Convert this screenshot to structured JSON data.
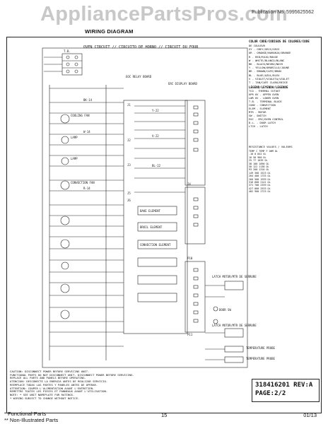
{
  "watermark": "AppliancePartsPros.com",
  "header": {
    "publication": "Publication No. 5995625562",
    "title": "WIRING DIAGRAM"
  },
  "circuit_title": "OVEN CIRCUIT // CIRCUITO DE HORNO // CIRCUIT DU FOUR",
  "color_code": {
    "title": "COLOR CODE/CODIGOS DE COLORES/CODE",
    "subtitle": "DE COULEUR",
    "items": [
      "GY - GREY/GRIS/GRIS",
      "OR - ORANGE/NARANJA/ORANGE",
      "R - RED/ROJO/ROUGE",
      "W - WHITE/BLANCO/BLANC",
      "BK - BLACK/NEGRO/NOIR",
      "Y - YELLOW/AMARILLO/JAUNE",
      "BR - BROWN/CAFE/BRUN",
      "BL - BLUE/AZUL/BLEU",
      "V - VIOLET/VIOLETA/VIOLET",
      "T - TAN/CAFE CLARO/BEIGE"
    ]
  },
  "component_legend": {
    "title": "LEGEND/LEYENDA/LEGENDE",
    "items": [
      "TCO - THERMAL CUTOUT",
      "UPR OV - UPPER OVEN",
      "LWR OV - LOWER OVEN",
      "T.B. - TERMINAL BLOCK",
      "CONV - CONVECTION",
      "ELEM - ELEMENT",
      "MTR - MOTOR",
      "SW - SWITCH",
      "EOC - ERC/OVEN CONTROL",
      "D.L. - DOOR LATCH",
      "LTCH - LATCH"
    ]
  },
  "resistance_table": {
    "title": "RESISTANCE VALUES / VALEURS",
    "header": "TEMP C  TEMP F  OHM  OL",
    "rows": [
      "-18    0      842   OL",
      "10     50     960   OL",
      "25     77     1039  OL",
      "38     100    1090  OL",
      "50     122    1138  OL",
      "93     200    1310  OL",
      "149    300    1523  OL",
      "204    400    1733  OL",
      "260    500    1939  OL",
      "316    600    2141  OL",
      "371    700    2339  OL",
      "427    800    2533  OL",
      "482    900    2723  OL"
    ]
  },
  "caution": [
    "CAUTION: DISCONNECT POWER BEFORE SERVICING UNIT.",
    "         FUNCTIONAL PARTS DO NOT DISCONNECT UNIT. DISCONNECT POWER BEFORE SERVICING.",
    "         REPLACE ALL PARTS AND PANELS BEFORE OPERATING.",
    "ATENCION: DESCONECTE LA ENERGIA ANTES DE REALIZAR SERVICIO.",
    "         REEMPLACE TODAS LAS PARTES Y PANELES ANTES DE OPERAR.",
    "ATTENTION: COUPER L'ALIMENTATION AVANT L'ENTRETIEN.",
    "         REMETTRE TOUTES LES PIECES ET PANNEAUX AVANT L'UTILISATION.",
    "NOTE: * SEE UNIT NAMEPLATE FOR RATINGS.",
    "      * WIRING SUBJECT TO CHANGE WITHOUT NOTICE."
  ],
  "diagram_labels": {
    "tb": "T.B.",
    "eoc": "EOC RELAY BOARD",
    "display": "ERC DISPLAY BOARD",
    "j1": "J1",
    "j2": "J2",
    "j3": "J3",
    "j4": "J4",
    "j5": "J5",
    "j6": "J6",
    "p10": "P10",
    "p11": "P11",
    "latch_upper": "LATCH MOTOR/MTR DE SERRURE",
    "latch_lower": "LATCH MOTOR/MTR DE SERRURE",
    "sensor": "TEMPERATURE PROBE",
    "sensor2": "TEMPERATURE PROBE",
    "door_sw": "DOOR SW",
    "bake": "BAKE ELEMENT",
    "broil": "BROIL ELEMENT",
    "conv_elem": "CONVECTION ELEMENT",
    "conv_fan": "CONVECTION FAN",
    "cool_fan": "COOLING FAN",
    "light1": "LAMP",
    "light2": "LAMP",
    "wire_bk": "BK-14",
    "wire_w": "W-14",
    "wire_r": "R-14",
    "wire_y": "Y-22",
    "wire_v": "V-22",
    "wire_bl": "BL-22"
  },
  "part_number": {
    "line1": "318416201 REV:A",
    "line2": "PAGE:2/2"
  },
  "footer": {
    "note1": "* Functional Parts",
    "note2": "** Non-Illustrated Parts",
    "page": "15",
    "date": "01/13"
  }
}
